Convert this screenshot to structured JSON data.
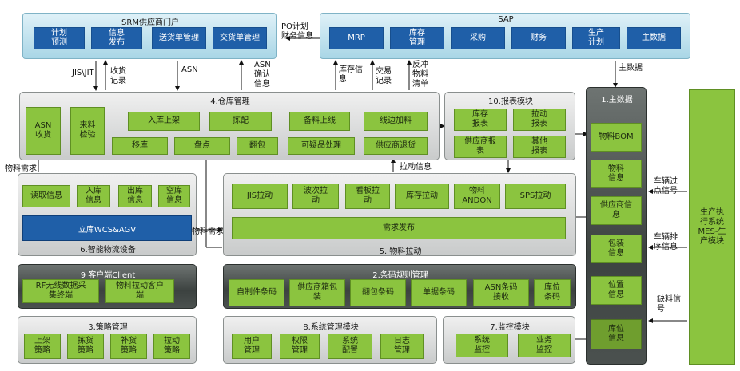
{
  "srm": {
    "title": "SRM供应商门户",
    "items": [
      "计划\n预测",
      "信息\n发布",
      "送货单管理",
      "交货单管理"
    ]
  },
  "sap": {
    "title": "SAP",
    "items": [
      "MRP",
      "库存\n管理",
      "采购",
      "财务",
      "生产\n计划",
      "主数据"
    ]
  },
  "flows": {
    "po": "PO计划\n财务信息",
    "jis": "JIS\\JIT",
    "receipt": "收货\n记录",
    "asn": "ASN",
    "asn_confirm": "ASN\n确认\n信息",
    "stock_info": "库存信\n息",
    "trade": "交易\n记录",
    "backflush": "反冲\n物料\n清单",
    "master": "主数据",
    "material_req_left": "物料需求",
    "material_req_mid": "物料需求",
    "pull_info": "拉动信息",
    "vehicle_pass": "车辆过\n点信号",
    "vehicle_seq": "车辆排\n序信息",
    "shortage": "缺料信\n号"
  },
  "warehouse": {
    "title": "4.仓库管理",
    "asn_receive": "ASN\n收货",
    "inspect": "来料\n检验",
    "inbound": "入库上架",
    "picking": "拣配",
    "prep": "备料上线",
    "lineside": "线边加料",
    "move": "移库",
    "count": "盘点",
    "repack": "翻包",
    "suspect": "可疑品处理",
    "return": "供应商退货"
  },
  "report": {
    "title": "10.报表模块",
    "items": [
      "库存\n报表",
      "拉动\n报表",
      "供应商报\n表",
      "其他\n报表"
    ]
  },
  "master": {
    "title": "1.主数据",
    "items": [
      "物料BOM",
      "物料\n信息",
      "供应商信\n息",
      "包装\n信息",
      "位置\n信息",
      "库位\n信息"
    ]
  },
  "mes": {
    "label": "生产执\n行系统\nMES-生\n产模块"
  },
  "logistics": {
    "title": "6.智能物流设备",
    "items": [
      "读取信息",
      "入库\n信息",
      "出库\n信息",
      "空库\n信息"
    ],
    "wcs": "立库WCS&AGV"
  },
  "pull": {
    "title": "5. 物料拉动",
    "items": [
      "JIS拉动",
      "波次拉\n动",
      "看板拉\n动",
      "库存拉动",
      "物料\nANDON",
      "SPS拉动"
    ],
    "demand": "需求发布"
  },
  "client": {
    "title": "9 客户端Client",
    "items": [
      "RF无线数据采\n集终端",
      "物料拉动客户\n端"
    ]
  },
  "barcode": {
    "title": "2.条码规则管理",
    "items": [
      "自制件条码",
      "供应商箱包\n装",
      "翻包条码",
      "单据条码",
      "ASN条码\n接收",
      "库位\n条码"
    ]
  },
  "strategy": {
    "title": "3.策略管理",
    "items": [
      "上架\n策略",
      "拣货\n策略",
      "补货\n策略",
      "拉动\n策略"
    ]
  },
  "system": {
    "title": "8.系统管理模块",
    "items": [
      "用户\n管理",
      "权限\n管理",
      "系统\n配置",
      "日志\n管理"
    ]
  },
  "monitor": {
    "title": "7.监控模块",
    "items": [
      "系统\n监控",
      "业务\n监控"
    ]
  }
}
